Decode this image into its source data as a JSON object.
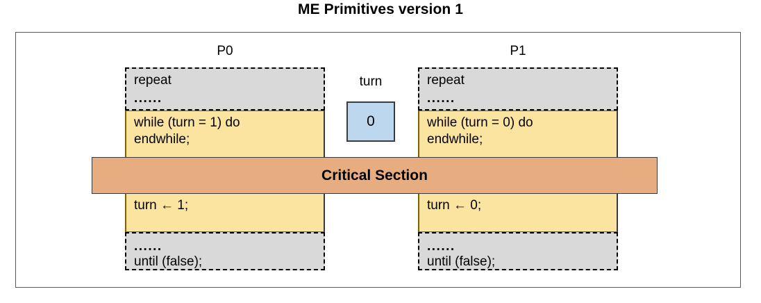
{
  "title": "ME Primitives version 1",
  "shared_variable": {
    "name_label": "turn",
    "value": "0"
  },
  "critical_section": {
    "label": "Critical Section",
    "fill_color": "#e8ac81",
    "border_color": "#3b3b3b"
  },
  "colors": {
    "gray_block": "#d9d9d9",
    "yellow_block": "#fbe4a0",
    "turn_box_fill": "#bdd7ee",
    "frame_border": "#595959"
  },
  "processes": [
    {
      "label": "P0",
      "top_block": {
        "lines": [
          "repeat",
          "......"
        ]
      },
      "entry_block": {
        "lines": [
          "while (turn = 1) do",
          "endwhile;"
        ]
      },
      "exit_block": {
        "lines": [
          "turn ← 1;"
        ]
      },
      "bottom_block": {
        "lines": [
          "......",
          "until (false);"
        ]
      }
    },
    {
      "label": "P1",
      "top_block": {
        "lines": [
          "repeat",
          "......"
        ]
      },
      "entry_block": {
        "lines": [
          "while (turn = 0) do",
          "endwhile;"
        ]
      },
      "exit_block": {
        "lines": [
          "turn ← 0;"
        ]
      },
      "bottom_block": {
        "lines": [
          "......",
          "until (false);"
        ]
      }
    }
  ]
}
